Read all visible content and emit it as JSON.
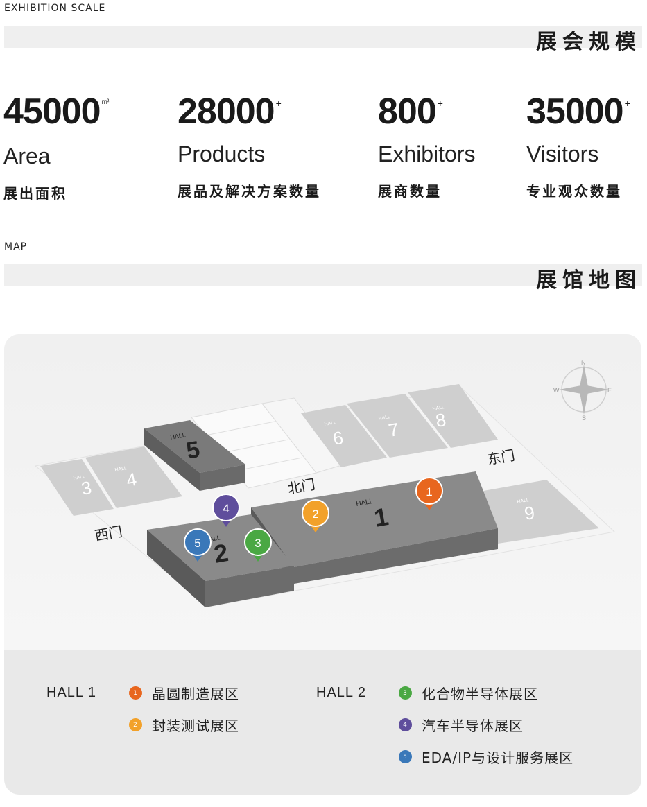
{
  "scale": {
    "label_en": "EXHIBITION SCALE",
    "label_zh": "展会规模",
    "stats": [
      {
        "value": "45000",
        "unit": "m²",
        "label_en": "Area",
        "label_zh": "展出面积"
      },
      {
        "value": "28000",
        "unit": "+",
        "label_en": "Products",
        "label_zh": "展品及解决方案数量"
      },
      {
        "value": "800",
        "unit": "+",
        "label_en": "Exhibitors",
        "label_zh": "展商数量"
      },
      {
        "value": "35000",
        "unit": "+",
        "label_en": "Visitors",
        "label_zh": "专业观众数量"
      }
    ]
  },
  "map": {
    "label_en": "MAP",
    "label_zh": "展馆地图",
    "hall_word": "HALL",
    "halls": [
      "1",
      "2",
      "3",
      "4",
      "5",
      "6",
      "7",
      "8",
      "9"
    ],
    "gates": {
      "north": "北门",
      "east": "东门",
      "west": "西门"
    },
    "compass": {
      "n": "N",
      "e": "E",
      "s": "S",
      "w": "W"
    },
    "pins": [
      "1",
      "2",
      "3",
      "4",
      "5"
    ],
    "colors": {
      "zone1": "#e8661e",
      "zone2": "#f2a12a",
      "zone3": "#4aa843",
      "zone4": "#5f4e9c",
      "zone5": "#3a78b9"
    }
  },
  "legend": {
    "hall1": "HALL 1",
    "hall2": "HALL 2",
    "zones": [
      {
        "num": "1",
        "label": "晶圆制造展区"
      },
      {
        "num": "2",
        "label": "封装测试展区"
      },
      {
        "num": "3",
        "label": "化合物半导体展区"
      },
      {
        "num": "4",
        "label": "汽车半导体展区"
      },
      {
        "num": "5",
        "label": "EDA/IP与设计服务展区"
      }
    ]
  }
}
